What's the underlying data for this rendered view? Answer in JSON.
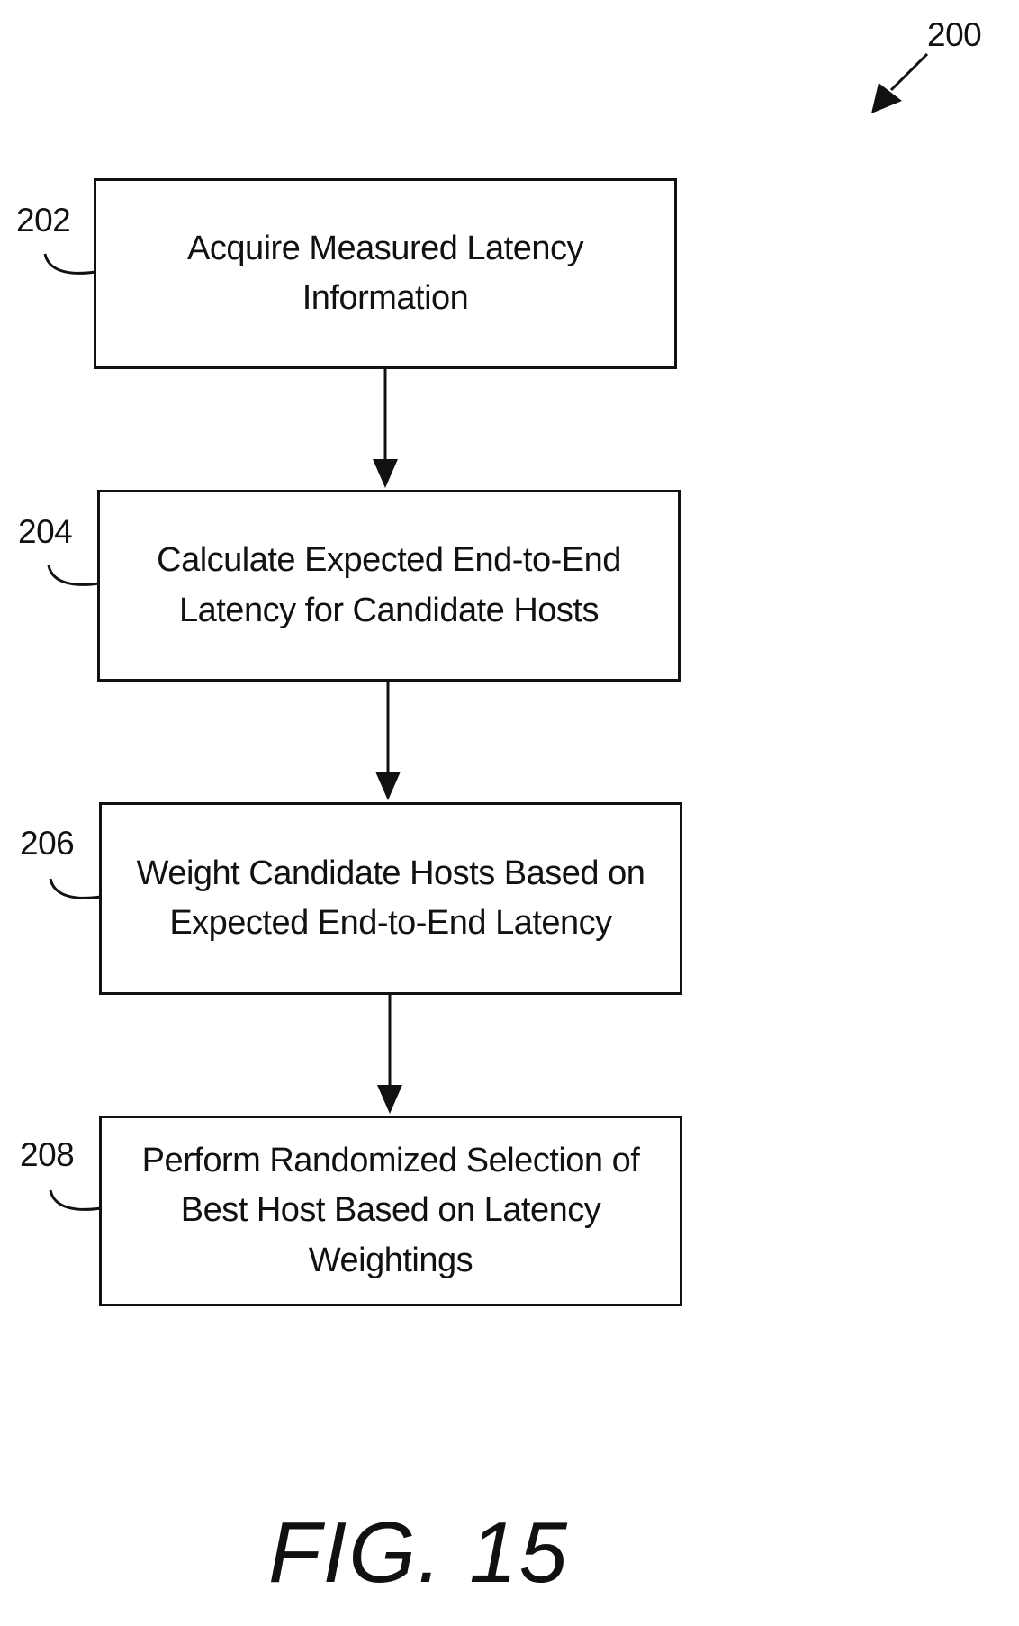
{
  "figure": {
    "reference_number": "200",
    "caption": "FIG. 15"
  },
  "steps": [
    {
      "ref": "202",
      "text": "Acquire Measured Latency\nInformation"
    },
    {
      "ref": "204",
      "text": "Calculate Expected End-to-End\nLatency for Candidate Hosts"
    },
    {
      "ref": "206",
      "text": "Weight Candidate Hosts Based on\nExpected End-to-End Latency"
    },
    {
      "ref": "208",
      "text": "Perform Randomized Selection of\nBest Host Based on Latency\nWeightings"
    }
  ],
  "colors": {
    "line": "#111111",
    "background": "#ffffff"
  }
}
